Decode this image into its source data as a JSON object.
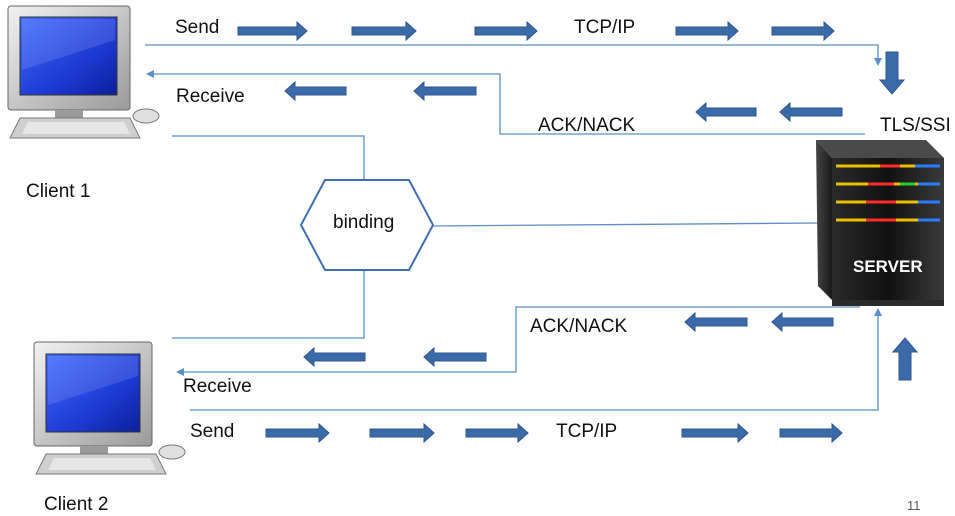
{
  "labels": {
    "send_top": "Send",
    "tcp_top": "TCP/IP",
    "receive_top": "Receive",
    "ack_top": "ACK/NACK",
    "tls": "TLS/SSI",
    "client1": "Client 1",
    "binding": "binding",
    "server": "SERVER",
    "ack_bottom": "ACK/NACK",
    "receive_bottom": "Receive",
    "send_bottom": "Send",
    "tcp_bottom": "TCP/IP",
    "client2": "Client 2",
    "page_number": "11"
  },
  "icons": {
    "client1": "desktop-computer-icon",
    "client2": "desktop-computer-icon",
    "server": "server-tower-icon"
  },
  "colors": {
    "arrow": "#3a6aa8",
    "line": "#5b8fc9",
    "hex_border": "#3f6fb0",
    "server_body": "#1b1b1b",
    "screen": "#1936d6"
  }
}
